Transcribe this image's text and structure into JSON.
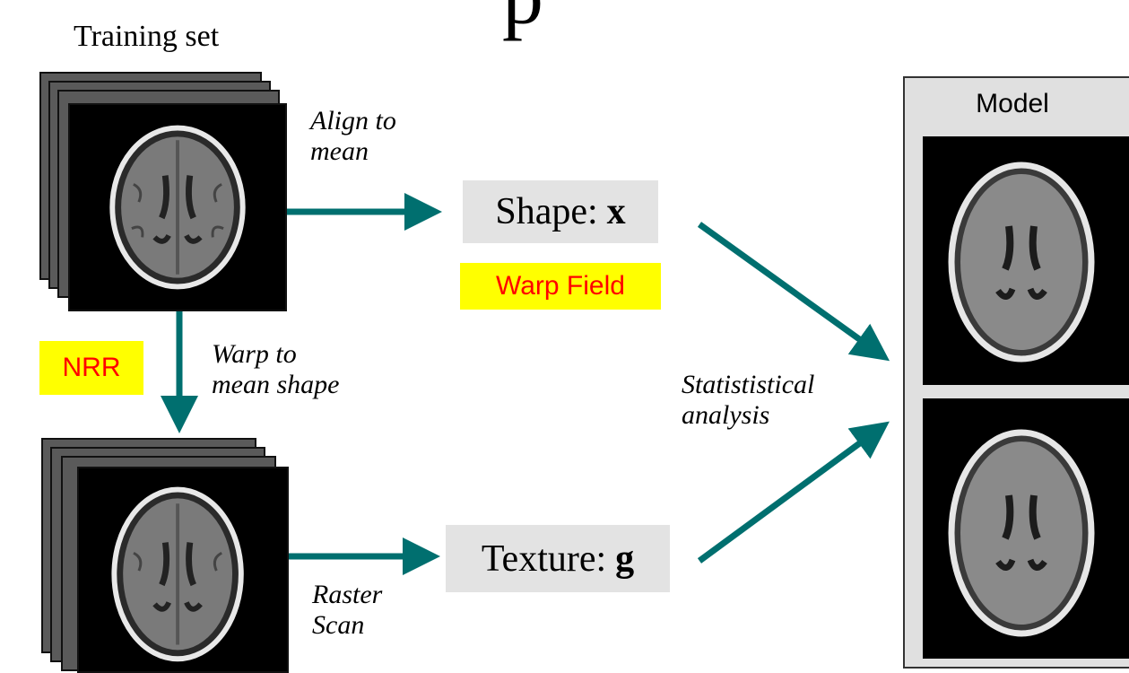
{
  "header": {
    "title_fragment": "p"
  },
  "training_set": {
    "label": "Training set"
  },
  "steps": {
    "align": "Align to\nmean",
    "warp": "Warp to\nmean shape",
    "raster": "Raster\nScan",
    "stats": "Statististical\nanalysis"
  },
  "shape_box": {
    "label": "Shape:",
    "var": "x"
  },
  "texture_box": {
    "label": "Texture:",
    "var": "g"
  },
  "tags": {
    "warp_field": "Warp Field",
    "nrr": "NRR"
  },
  "model": {
    "title": "Model"
  },
  "colors": {
    "arrow": "#006f6f",
    "tag_bg": "#ffff00",
    "tag_text": "#ff0000",
    "label_box": "#e3e3e3"
  }
}
